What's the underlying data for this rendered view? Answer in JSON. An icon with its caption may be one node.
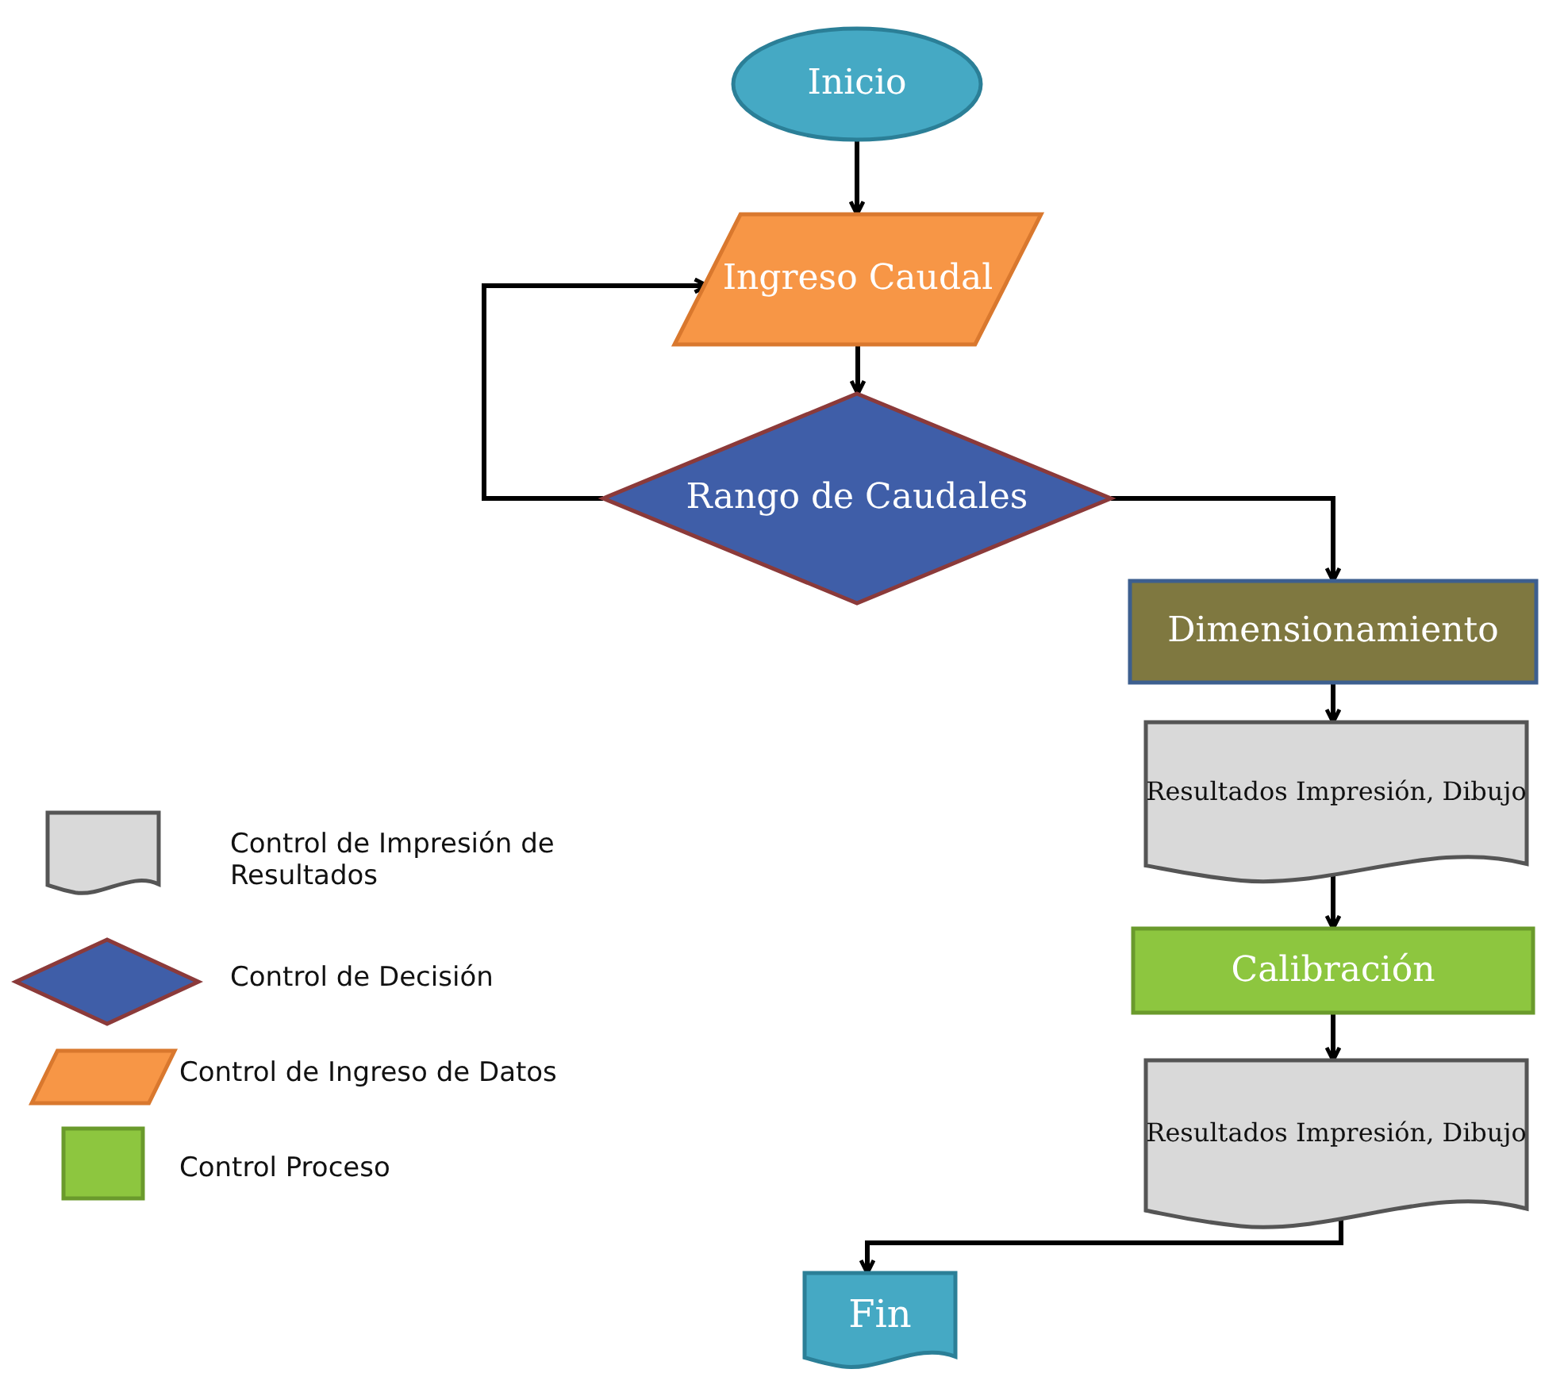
{
  "diagram": {
    "nodes": [
      {
        "text": [
          "Inicio"
        ]
      },
      {
        "text": [
          "Ingreso Caudal"
        ]
      },
      {
        "text": [
          "Rango de Caudales"
        ]
      },
      {
        "text": [
          "Dimensionamiento"
        ]
      },
      {
        "text": [
          "Resultados Impresión, Dibujo"
        ]
      },
      {
        "text": [
          "Calibración"
        ]
      },
      {
        "text": [
          "Resultados Impresión, Dibujo"
        ]
      },
      {
        "text": [
          "Fin"
        ]
      }
    ],
    "edges": [
      {
        "from": 0,
        "to": 1,
        "arrow": "to"
      },
      {
        "from": 1,
        "to": 2,
        "arrow": "to"
      },
      {
        "from": 2,
        "to": 1,
        "arrow": "to"
      },
      {
        "from": 2,
        "to": 3,
        "arrow": "to"
      },
      {
        "from": 3,
        "to": 4,
        "arrow": "to"
      },
      {
        "from": 4,
        "to": 5,
        "arrow": "to"
      },
      {
        "from": 5,
        "to": 6,
        "arrow": "to"
      },
      {
        "from": 6,
        "to": 7,
        "arrow": "to"
      }
    ],
    "legend": [
      {
        "text": "Control de Impresión de Resultados"
      },
      {
        "text": "Control de Decisión"
      },
      {
        "text": "Control  de Ingreso de Datos"
      },
      {
        "text": "Control  Proceso",
        "color": "#8dc63f"
      }
    ]
  }
}
